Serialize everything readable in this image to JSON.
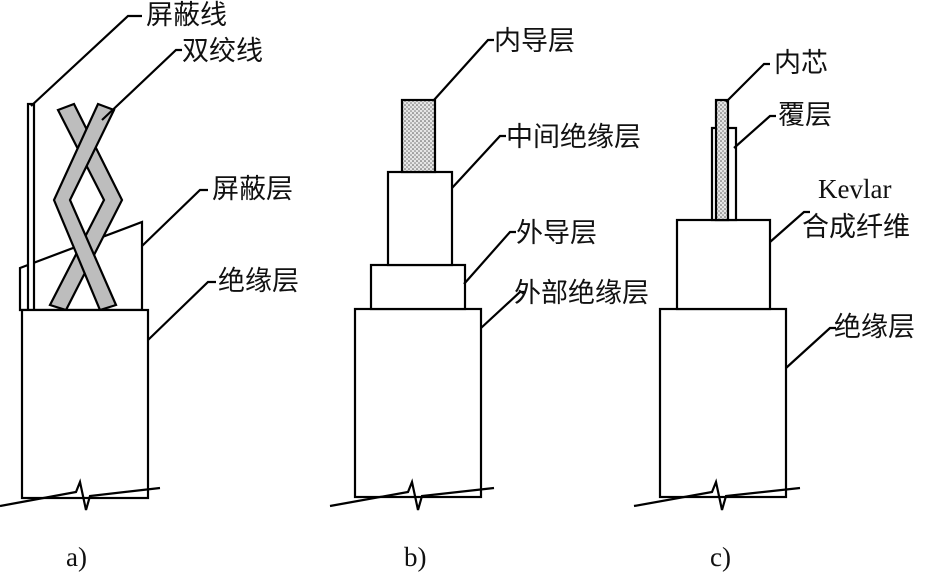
{
  "panels": [
    {
      "caption": "a)",
      "labels": {
        "shield_wire": "屏蔽线",
        "twisted_pair": "双绞线",
        "shield_layer": "屏蔽层",
        "insulation": "绝缘层"
      }
    },
    {
      "caption": "b)",
      "labels": {
        "inner_conductor": "内导层",
        "middle_insulation": "中间绝缘层",
        "outer_conductor": "外导层",
        "outer_insulation": "外部绝缘层"
      }
    },
    {
      "caption": "c)",
      "labels": {
        "inner_core": "内芯",
        "cladding": "覆层",
        "kevlar_line1": "Kevlar",
        "kevlar_line2": "合成纤维",
        "insulation": "绝缘层"
      }
    }
  ]
}
